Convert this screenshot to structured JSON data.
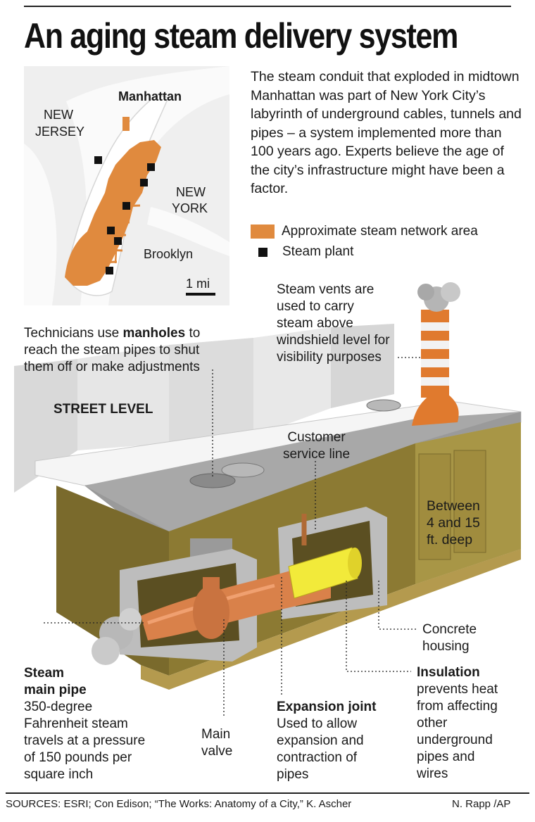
{
  "title": "An aging steam delivery system",
  "intro": "The steam conduit that exploded in midtown Manhattan was part of New York City’s labyrinth of underground cables, tunnels and pipes – a system implemented more than 100 years ago. Experts believe the age of the city’s infrastructure might have been a factor.",
  "legend": {
    "network": "Approximate steam network area",
    "plant": "Steam plant",
    "network_color": "#e08a3e",
    "plant_color": "#111111"
  },
  "map": {
    "manhattan": "Manhattan",
    "new_jersey_1": "NEW",
    "new_jersey_2": "JERSEY",
    "new_york_1": "NEW",
    "new_york_2": "YORK",
    "brooklyn": "Brooklyn",
    "scale": "1 mi"
  },
  "labels": {
    "vents_1": "Steam vents are",
    "vents_2": "used to carry",
    "vents_3": "steam above",
    "vents_4": "windshield level for",
    "vents_5": "visibility purposes",
    "tech_pre": "Technicians use ",
    "tech_bold": "manholes",
    "tech_post": " to",
    "tech_2": "reach the steam pipes to shut",
    "tech_3": "them off or make adjustments",
    "street": "STREET LEVEL",
    "customer_1": "Customer",
    "customer_2": "service line",
    "deep_1": "Between",
    "deep_2": "4 and 15",
    "deep_3": "ft. deep",
    "concrete_1": "Concrete",
    "concrete_2": "housing",
    "main_pipe_title_1": "Steam",
    "main_pipe_title_2": "main pipe",
    "main_pipe_1": "350-degree",
    "main_pipe_2": "Fahrenheit steam",
    "main_pipe_3": "travels at a pressure",
    "main_pipe_4": "of 150 pounds per",
    "main_pipe_5": "square inch",
    "valve_1": "Main",
    "valve_2": "valve",
    "expansion_title": "Expansion joint",
    "expansion_1": "Used to allow",
    "expansion_2": "expansion and",
    "expansion_3": "contraction of",
    "expansion_4": "pipes",
    "insulation_title": "Insulation",
    "insulation_1": "prevents heat",
    "insulation_2": "from affecting",
    "insulation_3": "other",
    "insulation_4": "underground",
    "insulation_5": "pipes and",
    "insulation_6": "wires"
  },
  "footer": {
    "sources": "SOURCES: ESRI; Con Edison; “The Works: Anatomy of a City,” K. Ascher",
    "credit": "N. Rapp /AP"
  }
}
